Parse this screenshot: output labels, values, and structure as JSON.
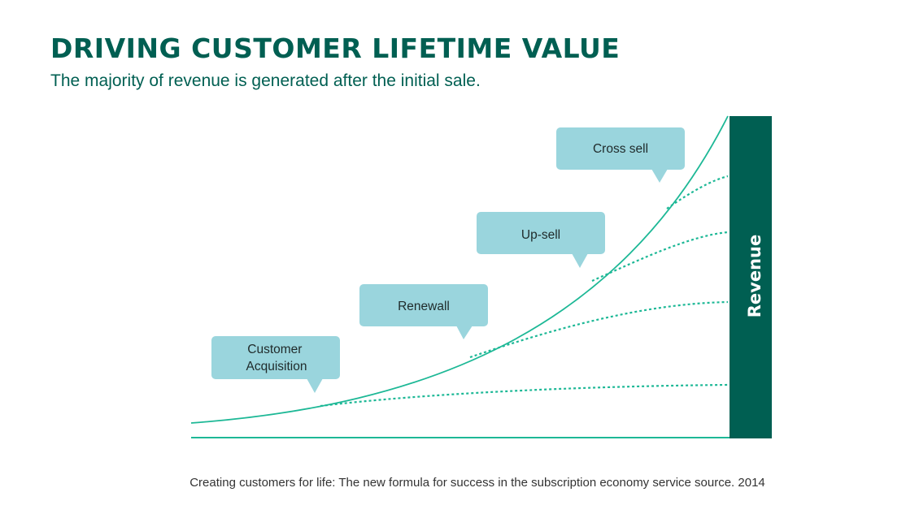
{
  "title": "DRIVING CUSTOMER LIFETIME VALUE",
  "subtitle": "The majority of revenue is generated after the initial sale.",
  "stages": {
    "acquisition_line1": "Customer",
    "acquisition_line2": "Acquisition",
    "renewal": "Renewall",
    "upsell": "Up-sell",
    "crosssell": "Cross sell"
  },
  "revenue_label": "Revenue",
  "source": "Creating customers for life: The new formula for success in the subscription economy service source. 2014",
  "colors": {
    "brand": "#005f52",
    "curve": "#1db896",
    "bubble": "#9ad5dd",
    "text": "#1f2a2a"
  }
}
